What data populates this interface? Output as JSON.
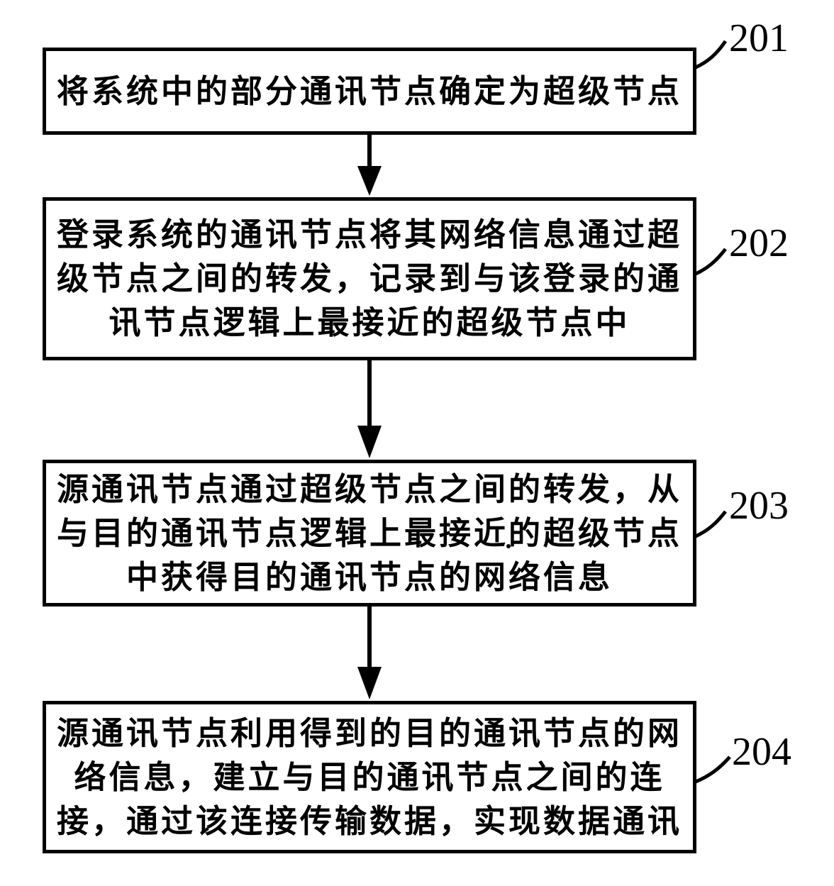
{
  "figure": {
    "background_color": "#ffffff",
    "ink_color": "#000000",
    "type": "flowchart",
    "steps": [
      {
        "label": "201",
        "lines": [
          "将系统中的部分通讯节点确定为超级节点"
        ]
      },
      {
        "label": "202",
        "lines": [
          "登录系统的通讯节点将其网络信息通过超",
          "级节点之间的转发，记录到与该登录的通",
          "讯节点逻辑上最接近的超级节点中"
        ]
      },
      {
        "label": "203",
        "lines": [
          "源通讯节点通过超级节点之间的转发，从",
          "与目的通讯节点逻辑上最接近的超级节点",
          "中获得目的通讯节点的网络信息"
        ]
      },
      {
        "label": "204",
        "lines": [
          "源通讯节点利用得到的目的通讯节点的网",
          "络信息，建立与目的通讯节点之间的连",
          "接，通过该连接传输数据，实现数据通讯"
        ]
      }
    ]
  }
}
